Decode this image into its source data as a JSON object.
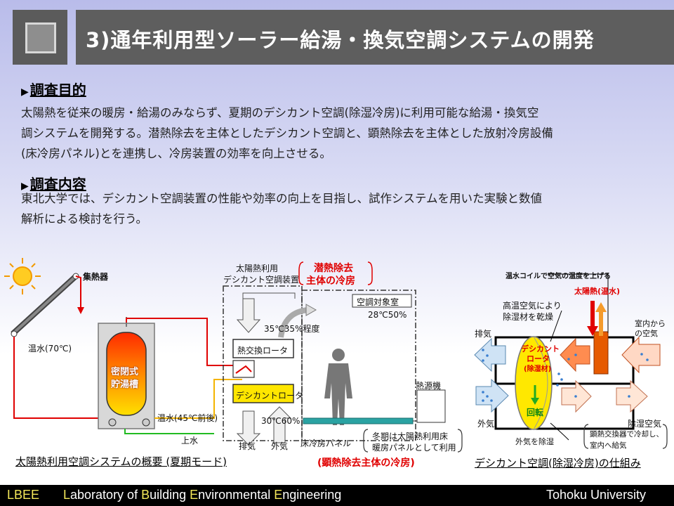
{
  "header": {
    "title": "3)通年利用型ソーラー給湯・換気空調システムの開発"
  },
  "section1": {
    "heading": "調査目的",
    "lines": [
      "太陽熱を従来の暖房・給湯のみならず、夏期のデシカント空調(除湿冷房)に利用可能な給湯・換気空",
      "調システムを開発する。潜熱除去を主体としたデシカント空調と、顕熱除去を主体とした放射冷房設備",
      "(床冷房パネル)とを連携し、冷房装置の効率を向上させる。"
    ]
  },
  "section2": {
    "heading": "調査内容",
    "lines": [
      "東北大学では、デシカント空調装置の性能や効率の向上を目指し、試作システムを用いた実験と数値",
      "解析による検討を行う。"
    ]
  },
  "diagram1": {
    "collector": "集熱器",
    "hot_water": "温水(70℃)",
    "tank_line1": "密閉式",
    "tank_line2": "貯湯槽",
    "warm_water": "温水(45℃前後)",
    "supply_water": "上水",
    "unit_title1": "太陽熱利用",
    "unit_title2": "デシカント空調装置",
    "latent1": "潜熱除去",
    "latent2": "主体の冷房",
    "room": "空調対象室",
    "room_cond": "28℃50%",
    "cond1": "35℃35%程度",
    "hex_rotor": "熱交換ロータ",
    "des_rotor": "デシカントロータ",
    "cond2": "30℃60%",
    "heat_source": "熱源機",
    "exhaust": "排気",
    "outside_air": "外気",
    "floor_panel": "床冷房パネル",
    "winter1": "冬期は太陽熱利用床",
    "winter2": "暖房パネルとして利用",
    "sensible": "(顕熱除去主体の冷房)",
    "caption": "太陽熱利用空調システムの概要 (夏期モード)"
  },
  "diagram2": {
    "coil_note": "温水コイルで空気の温度を上げる",
    "solar_heat": "太陽熱(温水)",
    "dry1": "高温空気により",
    "dry2": "除湿材を乾燥",
    "exhaust": "排気",
    "room_air1": "室内から",
    "room_air2": "の空気",
    "rotor1": "デシカント",
    "rotor2": "ロータ",
    "rotor3": "(除湿材)",
    "rotation": "回転",
    "outside_air": "外気",
    "supply_air": "除湿空気",
    "dehumid": "外気を除湿",
    "hex1": "顕熱交換器で冷却し、",
    "hex2": "室内へ給気",
    "caption": "デシカント空調(除湿冷房)の仕組み"
  },
  "footer": {
    "lbee": "LBEE",
    "lab_L": "L",
    "lab_1": "aboratory of ",
    "lab_B": "B",
    "lab_2": "uilding ",
    "lab_E": "E",
    "lab_3": "nvironmental ",
    "lab_E2": "E",
    "lab_4": "ngineering",
    "university": "Tohoku University"
  },
  "colors": {
    "accent_red": "#e00000",
    "rotor_yellow": "#ffe600",
    "panel_teal": "#2aa3a3",
    "footer_yellow": "#f4e85a"
  }
}
